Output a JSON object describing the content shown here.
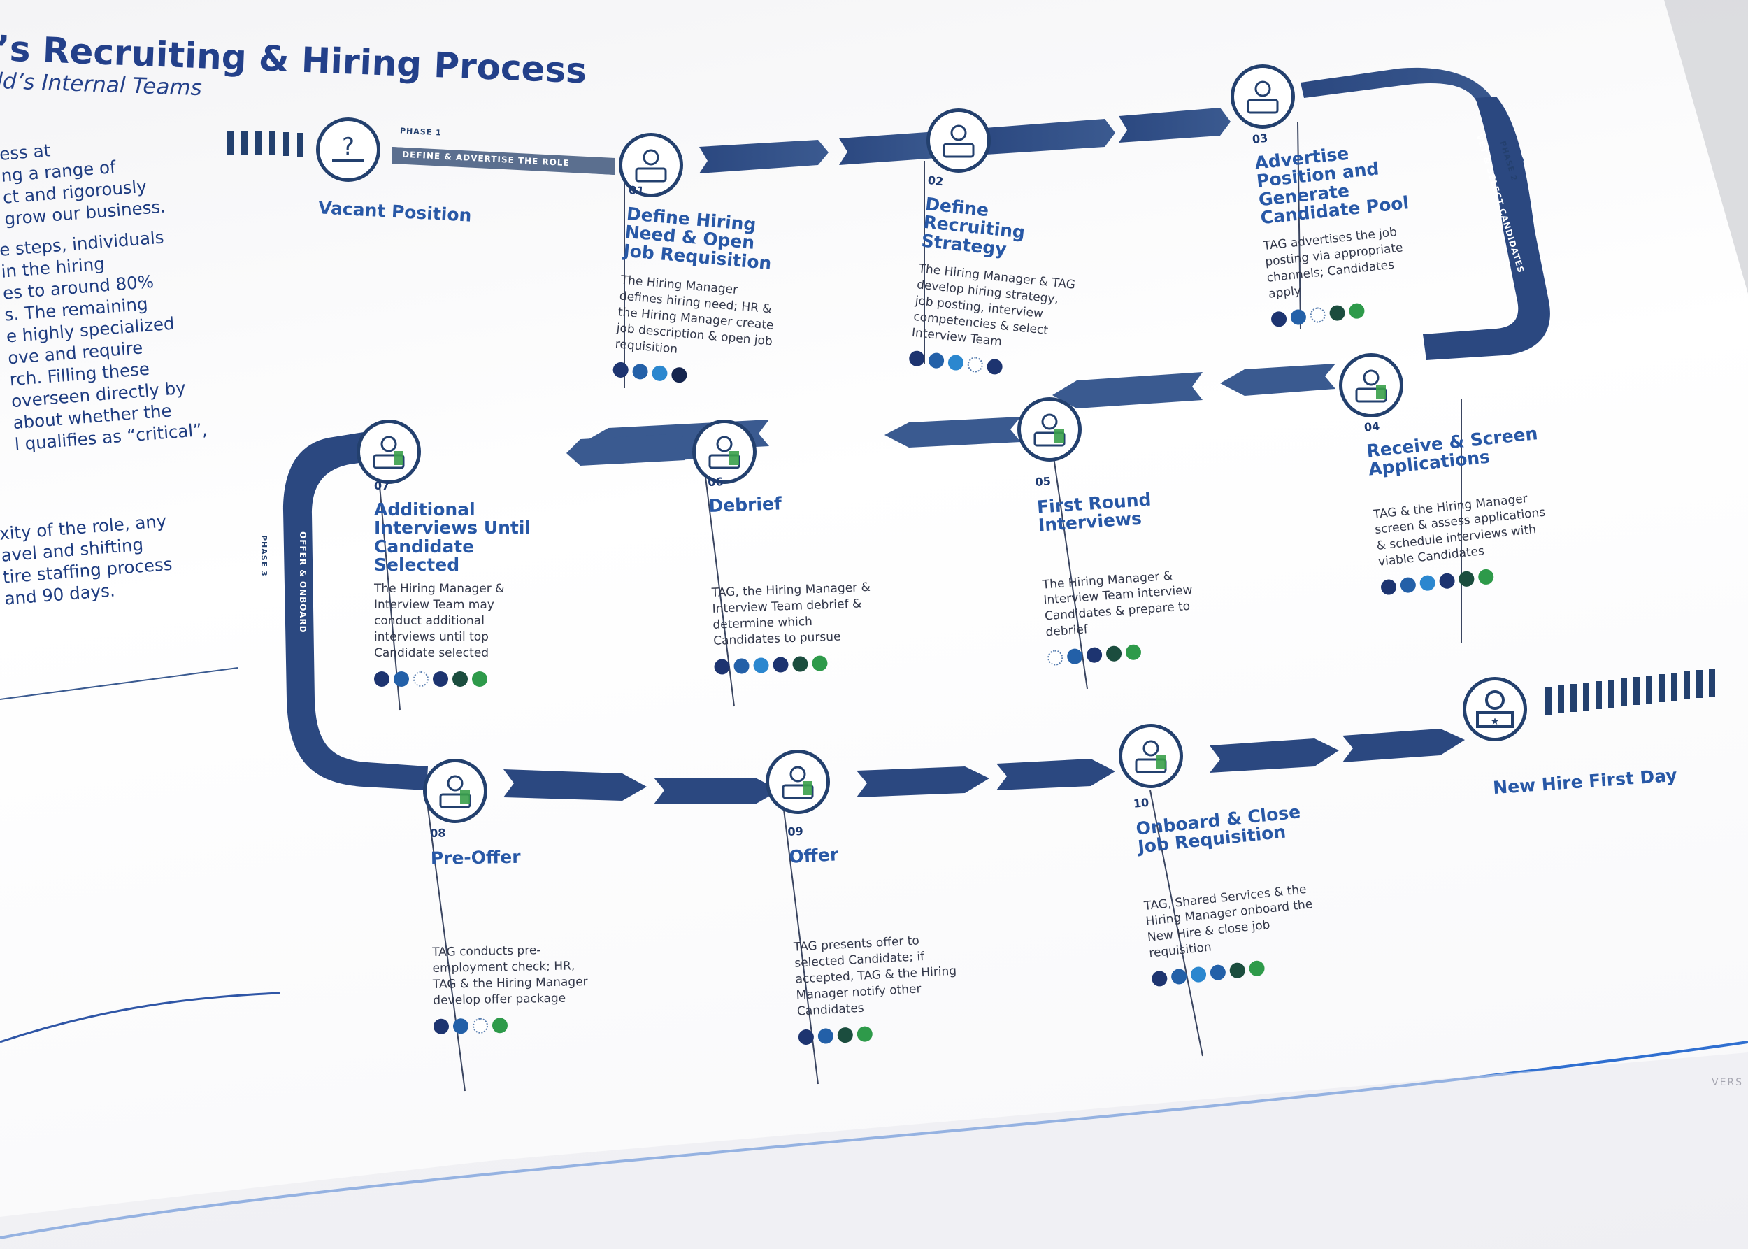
{
  "document": {
    "title": "’s Recruiting & Hiring Process",
    "subtitle": "ld’s Internal Teams",
    "intro_lines_1": [
      "ess at",
      "ng a range of",
      "ct and rigorously",
      "grow our business."
    ],
    "intro_lines_2": [
      "e steps, individuals",
      "in the hiring",
      "es to around  80%",
      "s. The remaining",
      "e highly specialized",
      "ove and require",
      "rch. Filling these",
      "overseen directly by",
      "about whether the",
      "l qualifies as “critical”,"
    ],
    "intro_lines_3": [
      "xity of the role, any",
      "avel and shifting",
      "tire staffing process",
      "and 90 days."
    ],
    "footer_fragment": "VERS"
  },
  "phases": [
    {
      "number": "PHASE 1",
      "label": "DEFINE & ADVERTISE THE ROLE"
    },
    {
      "number": "PHASE 2",
      "label": "VET & SELECT CANDIDATES"
    },
    {
      "number": "PHASE 3",
      "label": "OFFER & ONBOARD"
    }
  ],
  "start": {
    "title": "Vacant Position",
    "icon": "question-desk-icon"
  },
  "end": {
    "title": "New Hire First Day",
    "icon": "new-hire-star-icon"
  },
  "steps": [
    {
      "num": "01",
      "title": "Define Hiring Need & Open Job Requisition",
      "desc": "The Hiring Manager defines hiring need; HR & the Hiring Manager create job description & open job requisition",
      "icon": "person-at-desk-icon",
      "dots": [
        "#1d3470",
        "#2360a8",
        "#2b87cf",
        "#15254e"
      ]
    },
    {
      "num": "02",
      "title": "Define Recruiting Strategy",
      "desc": "The Hiring Manager & TAG develop hiring strategy, job posting, interview competencies & select Interview Team",
      "icon": "strategy-play-icon",
      "dots": [
        "#1d3470",
        "#2360a8",
        "#2b87cf",
        "outline",
        "#1d3470"
      ]
    },
    {
      "num": "03",
      "title": "Advertise Position and Generate Candidate Pool",
      "desc": "TAG advertises the job posting via appropriate channels; Candidates apply",
      "icon": "megaphone-icon",
      "dots": [
        "#1d3470",
        "#2360a8",
        "outline",
        "#1b4d3e",
        "#2e9a4a"
      ]
    },
    {
      "num": "04",
      "title": "Receive & Screen Applications",
      "desc": "TAG & the Hiring Manager screen & assess applications & schedule interviews with viable Candidates",
      "icon": "screen-application-icon",
      "dots": [
        "#1d3470",
        "#2360a8",
        "#2b87cf",
        "#1d3470",
        "#1b4d3e",
        "#2e9a4a"
      ]
    },
    {
      "num": "05",
      "title": "First Round Interviews",
      "desc": "The Hiring Manager & Interview Team interview Candidates & prepare to debrief",
      "icon": "interview-people-icon",
      "dots": [
        "outline",
        "#2360a8",
        "#1d3470",
        "#1b4d3e",
        "#2e9a4a"
      ]
    },
    {
      "num": "06",
      "title": "Debrief",
      "desc": "TAG, the Hiring Manager & Interview Team debrief & determine which Candidates to pursue",
      "icon": "meeting-table-icon",
      "dots": [
        "#1d3470",
        "#2360a8",
        "#2b87cf",
        "#1d3470",
        "#1b4d3e",
        "#2e9a4a"
      ]
    },
    {
      "num": "07",
      "title": "Additional Interviews Until Candidate Selected",
      "desc": "The Hiring Manager & Interview Team may conduct additional interviews until top Candidate selected",
      "icon": "candidate-cycle-icon",
      "dots": [
        "#1d3470",
        "#2360a8",
        "outline",
        "#1d3470",
        "#1b4d3e",
        "#2e9a4a"
      ]
    },
    {
      "num": "08",
      "title": "Pre-Offer",
      "desc": "TAG conducts pre-employment check; HR, TAG & the Hiring Manager develop offer package",
      "icon": "document-check-icon",
      "dots": [
        "#1d3470",
        "#2360a8",
        "outline",
        "#2e9a4a"
      ]
    },
    {
      "num": "09",
      "title": "Offer",
      "desc": "TAG presents offer to selected Candidate; if accepted, TAG & the Hiring Manager notify other Candidates",
      "icon": "handshake-icon",
      "dots": [
        "#1d3470",
        "#2360a8",
        "#1b4d3e",
        "#2e9a4a"
      ]
    },
    {
      "num": "10",
      "title": "Onboard & Close Job Requisition",
      "desc": "TAG, Shared Services & the Hiring Manager onboard the New Hire & close job requisition",
      "icon": "id-badge-icon",
      "dots": [
        "#1d3470",
        "#2360a8",
        "#2b87cf",
        "#2360a8",
        "#1b4d3e",
        "#2e9a4a"
      ]
    }
  ]
}
